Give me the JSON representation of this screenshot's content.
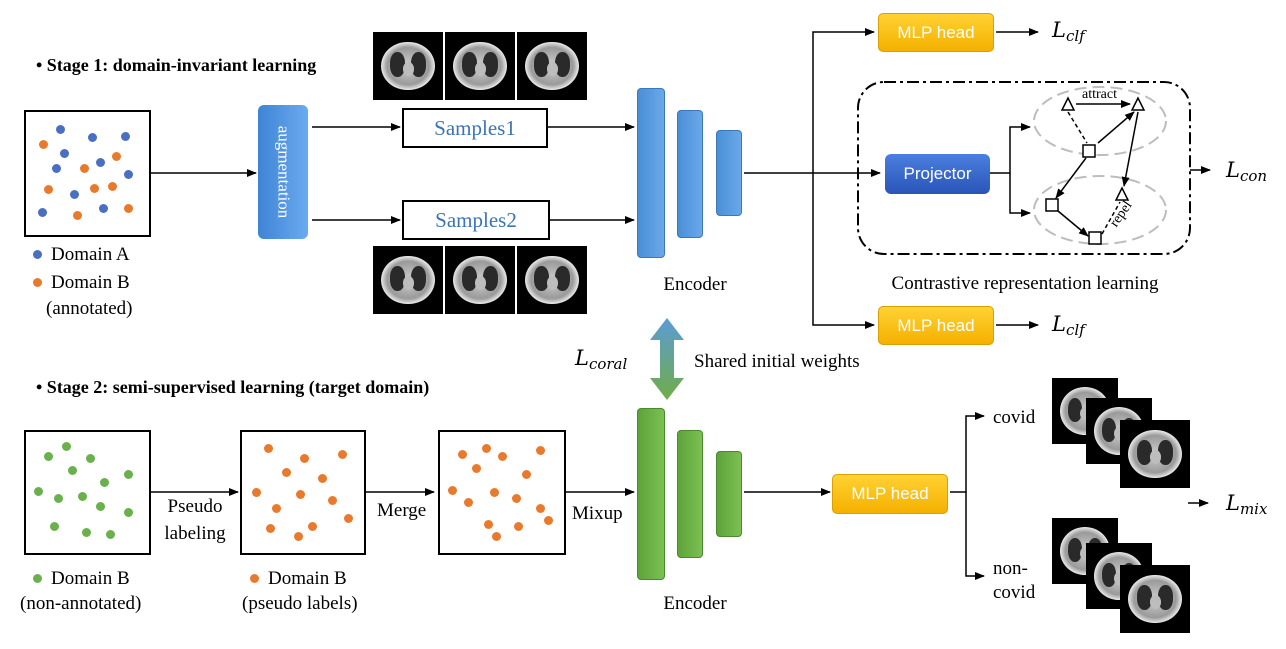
{
  "stage1": {
    "title": "• Stage 1: domain-invariant learning"
  },
  "stage2": {
    "title": "• Stage 2: semi-supervised learning (target domain)"
  },
  "legend": {
    "domain_a": "Domain A",
    "domain_b": "Domain B",
    "domain_b_sub": "(annotated)",
    "domain_b_nonann": "Domain B",
    "domain_b_nonann_sub": "(non-annotated)",
    "domain_b_pseudo": "Domain B",
    "domain_b_pseudo_sub": "(pseudo labels)",
    "colors": {
      "domain_a": "#4a6fc0",
      "domain_b": "#e87a2e",
      "domain_b_target": "#6ab04c"
    }
  },
  "augmentation": "augmentation",
  "samples1": "Samples1",
  "samples2": "Samples2",
  "encoder_top": "Encoder",
  "encoder_bottom": "Encoder",
  "mlp_head_1": "MLP head",
  "mlp_head_2": "MLP head",
  "mlp_head_3": "MLP head",
  "projector": "Projector",
  "attract": "attract",
  "repel": "repel",
  "contrastive_caption": "Contrastive representation learning",
  "loss": {
    "L": "L",
    "clf": "clf",
    "con": "con",
    "coral": "coral",
    "mix": "mix"
  },
  "shared_weights": "Shared initial weights",
  "pseudo_labeling_1": "Pseudo",
  "pseudo_labeling_2": "labeling",
  "merge": "Merge",
  "mixup": "Mixup",
  "covid": "covid",
  "noncovid_1": "non-",
  "noncovid_2": "covid"
}
